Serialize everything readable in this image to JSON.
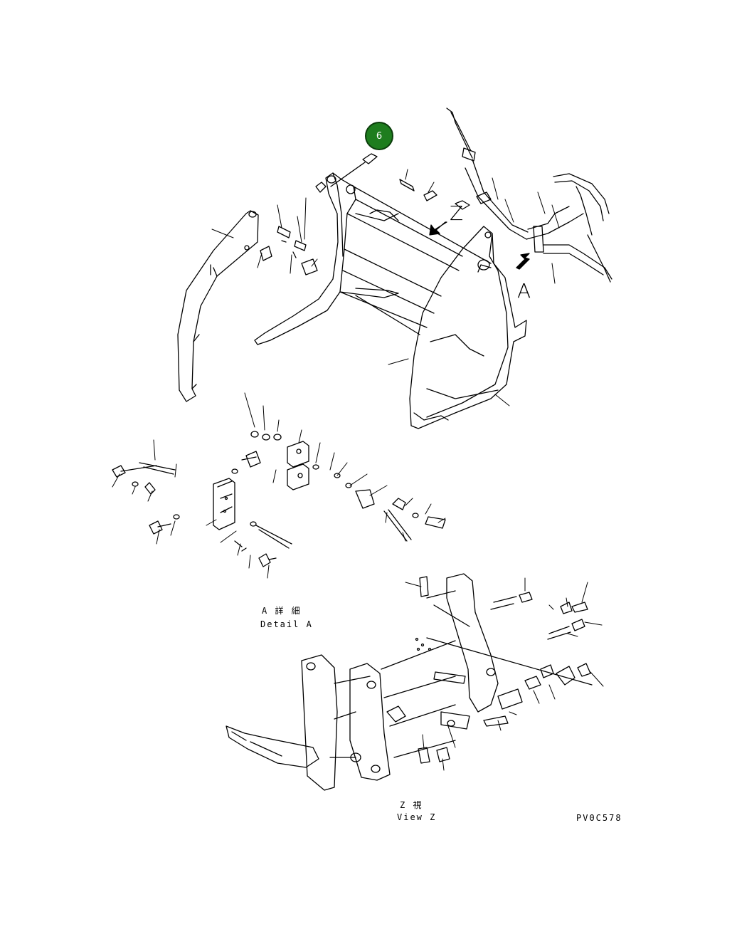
{
  "callout": {
    "number": "6",
    "color": "#1e7d1e"
  },
  "view_letters": {
    "z": "Z",
    "a": "A"
  },
  "detail_a": {
    "jp": "A 詳 細",
    "en": "Detail A"
  },
  "view_z": {
    "jp": "Z 視",
    "en": "View Z"
  },
  "drawing_code": "PV0C578"
}
